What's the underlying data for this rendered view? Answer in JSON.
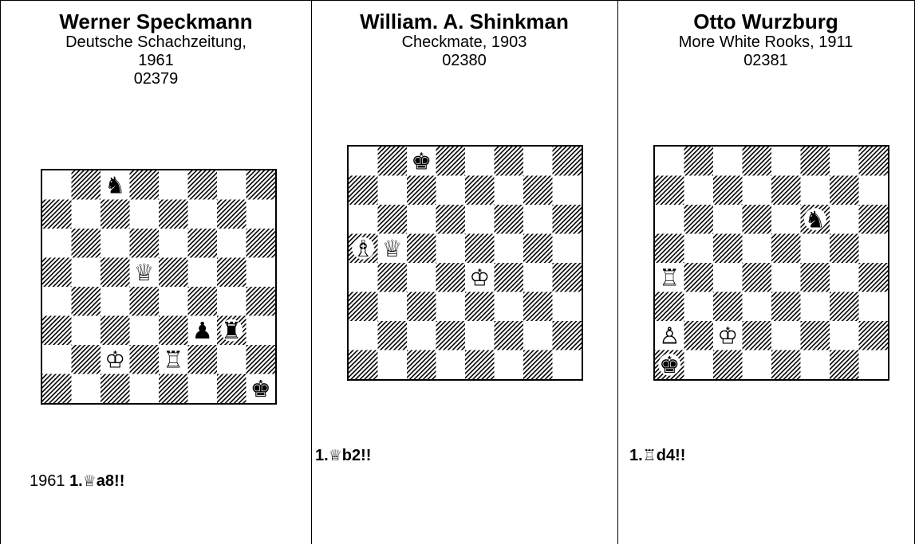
{
  "problems": [
    {
      "author": "Werner Speckmann",
      "source_line1": "Deutsche Schachzeitung,",
      "source_line2": "1961",
      "number": "02379",
      "solution_prefix": "1961",
      "solution_move_number": "1.",
      "solution_piece_icon": "white-queen-icon",
      "solution_move": "a8!!",
      "pieces": [
        {
          "square": "c8",
          "piece": "black-knight"
        },
        {
          "square": "d5",
          "piece": "white-queen"
        },
        {
          "square": "f3",
          "piece": "black-pawn"
        },
        {
          "square": "g3",
          "piece": "black-rook"
        },
        {
          "square": "c2",
          "piece": "white-king"
        },
        {
          "square": "e2",
          "piece": "white-rook"
        },
        {
          "square": "h1",
          "piece": "black-king"
        }
      ]
    },
    {
      "author": "William. A. Shinkman",
      "source_line1": "Checkmate, 1903",
      "source_line2": "",
      "number": "02380",
      "solution_prefix": "",
      "solution_move_number": "1.",
      "solution_piece_icon": "white-queen-icon",
      "solution_move": "b2!!",
      "pieces": [
        {
          "square": "c8",
          "piece": "black-king"
        },
        {
          "square": "a5",
          "piece": "white-bishop"
        },
        {
          "square": "b5",
          "piece": "white-queen"
        },
        {
          "square": "e4",
          "piece": "white-king"
        }
      ]
    },
    {
      "author": "Otto Wurzburg",
      "source_line1": "More White Rooks, 1911",
      "source_line2": "",
      "number": "02381",
      "solution_prefix": "",
      "solution_move_number": "1.",
      "solution_piece_icon": "white-rook-icon",
      "solution_move": "d4!!",
      "pieces": [
        {
          "square": "f6",
          "piece": "black-knight"
        },
        {
          "square": "a4",
          "piece": "white-rook"
        },
        {
          "square": "a2",
          "piece": "white-pawn"
        },
        {
          "square": "c2",
          "piece": "white-king"
        },
        {
          "square": "a1",
          "piece": "black-king"
        }
      ]
    }
  ]
}
